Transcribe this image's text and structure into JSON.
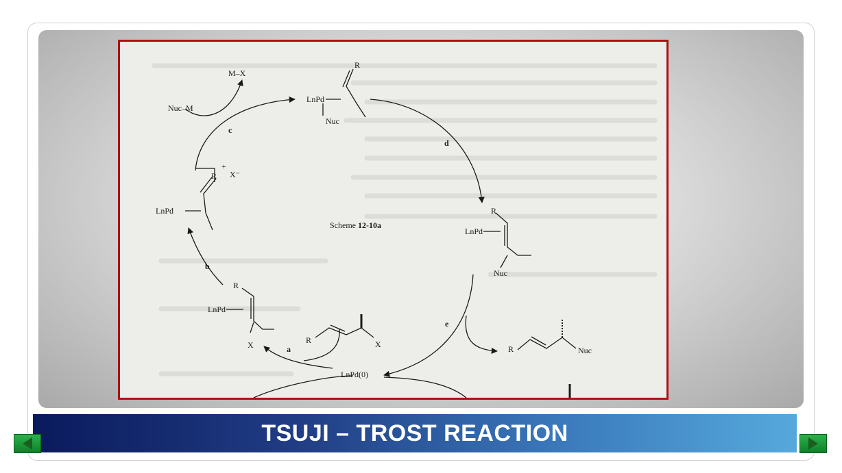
{
  "slide": {
    "title": "TSUJI – TROST REACTION"
  },
  "scheme": {
    "caption": "Scheme",
    "caption_number": "12-10a",
    "steps": {
      "a": "a",
      "b": "b",
      "c": "c",
      "d": "d",
      "e": "e"
    },
    "labels": {
      "mx": "M–X",
      "nucm": "Nuc–M",
      "lnpd_top": "LnPd",
      "nuc_top": "Nuc",
      "r": "R",
      "x_minus": "X⁻",
      "plus": "+",
      "lnpd_left": "LnPd",
      "lnpd_right": "LnPd",
      "nuc_right": "Nuc",
      "lnpd_bottomleft": "LnPd",
      "x_bottomleft": "X",
      "x_substrate": "X",
      "lnpd0": "LnPd(0)",
      "nuc_product": "Nuc"
    }
  },
  "colors": {
    "scheme_border": "#b10f12",
    "title_bar_start": "#0a1a5c",
    "title_bar_end": "#56a9dc",
    "nav_button": "#18942f"
  },
  "icons": {
    "prev": "arrow-left-icon",
    "next": "arrow-right-icon"
  }
}
